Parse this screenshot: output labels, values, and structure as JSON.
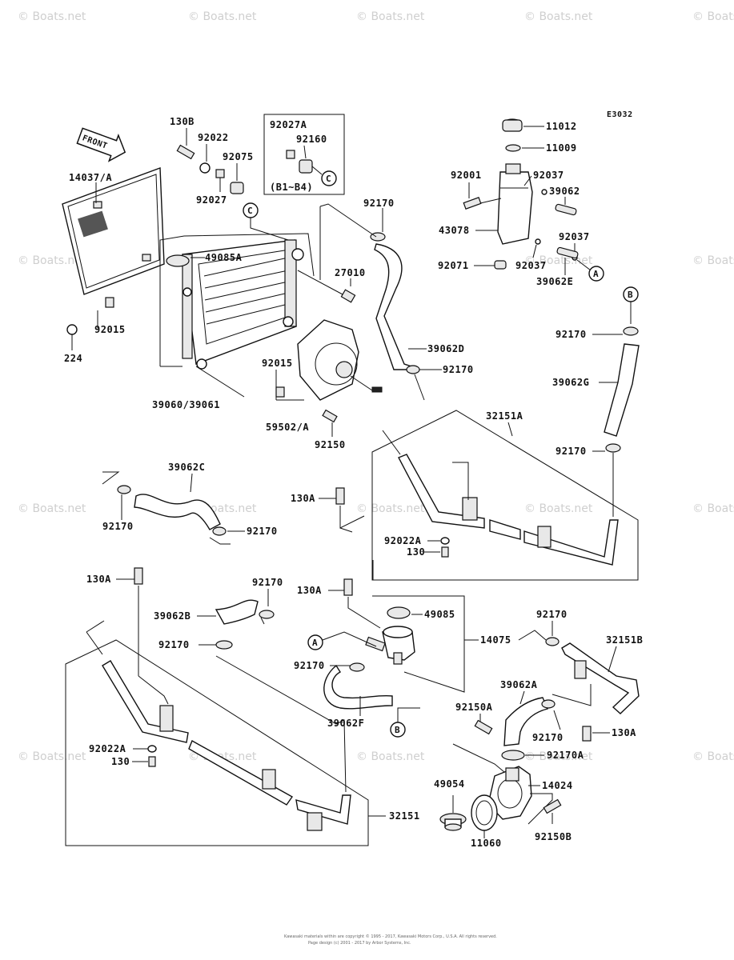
{
  "diagram_code": "E3032",
  "front_label": "FRONT",
  "watermark": "© Boats.net",
  "copyright_lines": [
    "Kawasaki materials within are copyright © 1995 - 2017, Kawasaki Motors Corp., U.S.A. All rights reserved.",
    "Page design (c) 2001 - 2017 by Arbor Systems, Inc."
  ],
  "inset_note": "(B1~B4)",
  "connectors": [
    "A",
    "B",
    "C"
  ],
  "part_labels": {
    "p11012": "11012",
    "p11009": "11009",
    "p92001": "92001",
    "p92037a": "92037",
    "p39062": "39062",
    "p43078": "43078",
    "p92037b": "92037",
    "p92071": "92071",
    "p92037c": "92037",
    "p39062e": "39062E",
    "p130b": "130B",
    "p92022": "92022",
    "p92075": "92075",
    "p92027": "92027",
    "p92027a": "92027A",
    "p92160": "92160",
    "p14037a": "14037/A",
    "p49085a": "49085A",
    "p27010": "27010",
    "p92015a": "92015",
    "p224": "224",
    "p39060": "39060/39061",
    "p92170a": "92170",
    "p39062d": "39062D",
    "p92170b": "92170",
    "p92015b": "92015",
    "p59502a": "59502/A",
    "p92150": "92150",
    "p92170c": "92170",
    "p39062g": "39062G",
    "p92170d": "92170",
    "p32151a": "32151A",
    "p39062c": "39062C",
    "p92170e": "92170",
    "p92170f": "92170",
    "p130a1": "130A",
    "p92022a1": "92022A",
    "p130_1": "130",
    "p130a2": "130A",
    "p92170g": "92170",
    "p39062b": "39062B",
    "p92170h": "92170",
    "p130a3": "130A",
    "p49085": "49085",
    "p14075": "14075",
    "p92170i": "92170",
    "p39062f": "39062F",
    "p92170j": "92170",
    "p32151b": "32151B",
    "p39062a": "39062A",
    "p92150a": "92150A",
    "p92170k": "92170",
    "p130a4": "130A",
    "p92170a2": "92170A",
    "p92022a2": "92022A",
    "p130_2": "130",
    "p49054": "49054",
    "p14024": "14024",
    "p11060": "11060",
    "p92150b": "92150B",
    "p32151": "32151"
  }
}
